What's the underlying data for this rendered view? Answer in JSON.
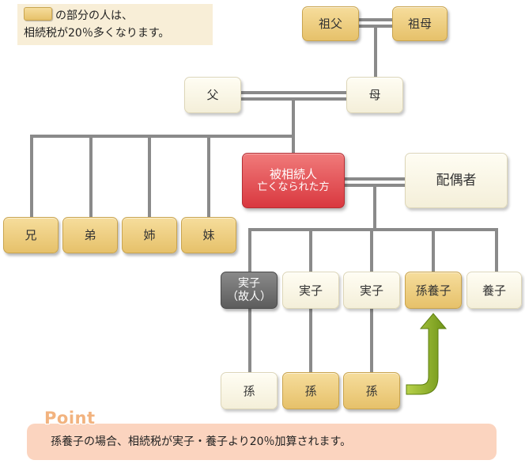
{
  "legend": {
    "line1_suffix": "の部分の人は、",
    "line2": "相続税が20％多くなります。"
  },
  "nodes": {
    "grandfather": "祖父",
    "grandmother": "祖母",
    "father": "父",
    "mother": "母",
    "decedent_line1": "被相続人",
    "decedent_line2": "亡くなられた方",
    "spouse": "配偶者",
    "elder_brother": "兄",
    "younger_brother": "弟",
    "elder_sister": "姉",
    "younger_sister": "妹",
    "deceased_child_line1": "実子",
    "deceased_child_line2": "（故人）",
    "child_1": "実子",
    "child_2": "実子",
    "grandchild_adopted": "孫養子",
    "adopted_child": "養子",
    "grandchild_1": "孫",
    "grandchild_2": "孫",
    "grandchild_3": "孫"
  },
  "point": {
    "title": "Point",
    "text": "孫養子の場合、相続税が実子・養子より20％加算されます。"
  },
  "colors": {
    "surcharge_fill": "#e6c16a",
    "normal_fill": "#f4efd9",
    "decedent_fill": "#d9383f",
    "deceased_fill": "#5d5d5d",
    "line": "#8a8a8a",
    "arrow": "#7ea020"
  }
}
